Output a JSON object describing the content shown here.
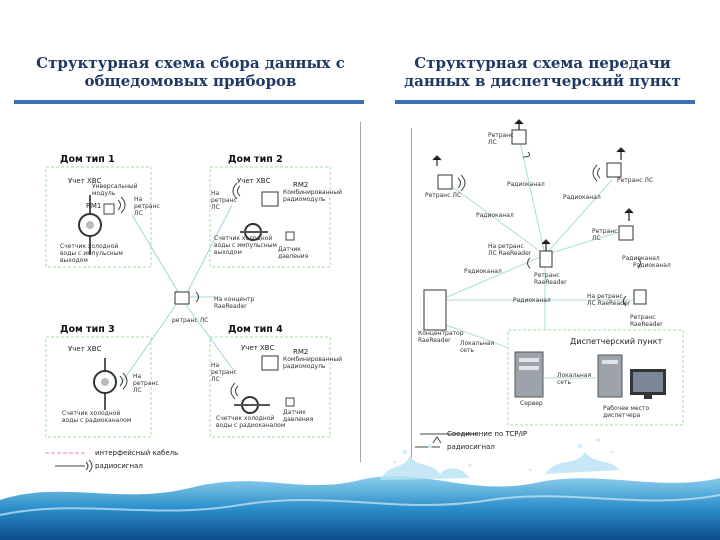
{
  "left": {
    "title": "Структурная схема сбора данных с общедомовых приборов",
    "houses": [
      "Дом тип 1",
      "Дом тип 2",
      "Дом тип 3",
      "Дом тип 4"
    ],
    "h1": {
      "uchet": "Учет ХВС",
      "module": "Унверсальный модуль",
      "rm": "RM1",
      "to_rep": "На ретранс ЛС",
      "counter": "Счетчик холодной воды с импульсным выходом"
    },
    "h2": {
      "uchet": "Учет ХВС",
      "rm": "RM2",
      "to_rep": "На ретранс ЛС",
      "module": "Комбинированный радиомодуль",
      "counter": "Счетчик холодной воды с импульсным выходом",
      "sensor": "Датчик давления"
    },
    "center": {
      "to_conc": "На концентр RaeReader",
      "rep": "ретранс ЛС"
    },
    "h3": {
      "uchet": "Учет ХВС",
      "to_rep": "На ретранс ЛС",
      "counter": "Счетчик холодной воды с радиоканалом"
    },
    "h4": {
      "uchet": "Учет ХВС",
      "rm": "RM2",
      "to_rep": "На ретранс ЛС",
      "module": "Комбинированный радиомодуль",
      "counter": "Счетчик холодной воды с радиоканалом",
      "sensor": "Датчик давления"
    },
    "legend": {
      "cable": "интерфейсный кабель",
      "radio": "радиосигнал"
    }
  },
  "right": {
    "title": "Структурная схема передачи данных в диспетчерский пункт",
    "labels": {
      "rep_top": "Ретранс ЛС",
      "rep_left": "Ретранс ЛС",
      "radio1": "Радиоканал",
      "radio2": "Радиоканал",
      "radio3": "Радиоканал",
      "radio4": "Радиоканал",
      "radio5": "Радиоканал",
      "rep_right": "Ретранс ЛС",
      "rep_farright": "Ретранс ЛС",
      "to_rep_conc": "На ретранс ЛС RaeReader",
      "radio_mid": "Радиоканал",
      "rep_mid": "Ретранс RaeReader",
      "radio_side": "Радиоканал",
      "to_rep_right": "На ретранс ЛС RaeReader",
      "rep_right2": "Ретранс RaeReader",
      "concentrator": "Концентратор RaeReader",
      "lan": "Локальная сеть",
      "dispatch": "Диспетчерский пункт",
      "lan2": "Локальная сеть",
      "server": "Сервер",
      "workplace": "Рабочее место диспетчера"
    },
    "legend": {
      "tcp": "Соединение по TCP/IP",
      "radio": "радиосигнал"
    }
  }
}
